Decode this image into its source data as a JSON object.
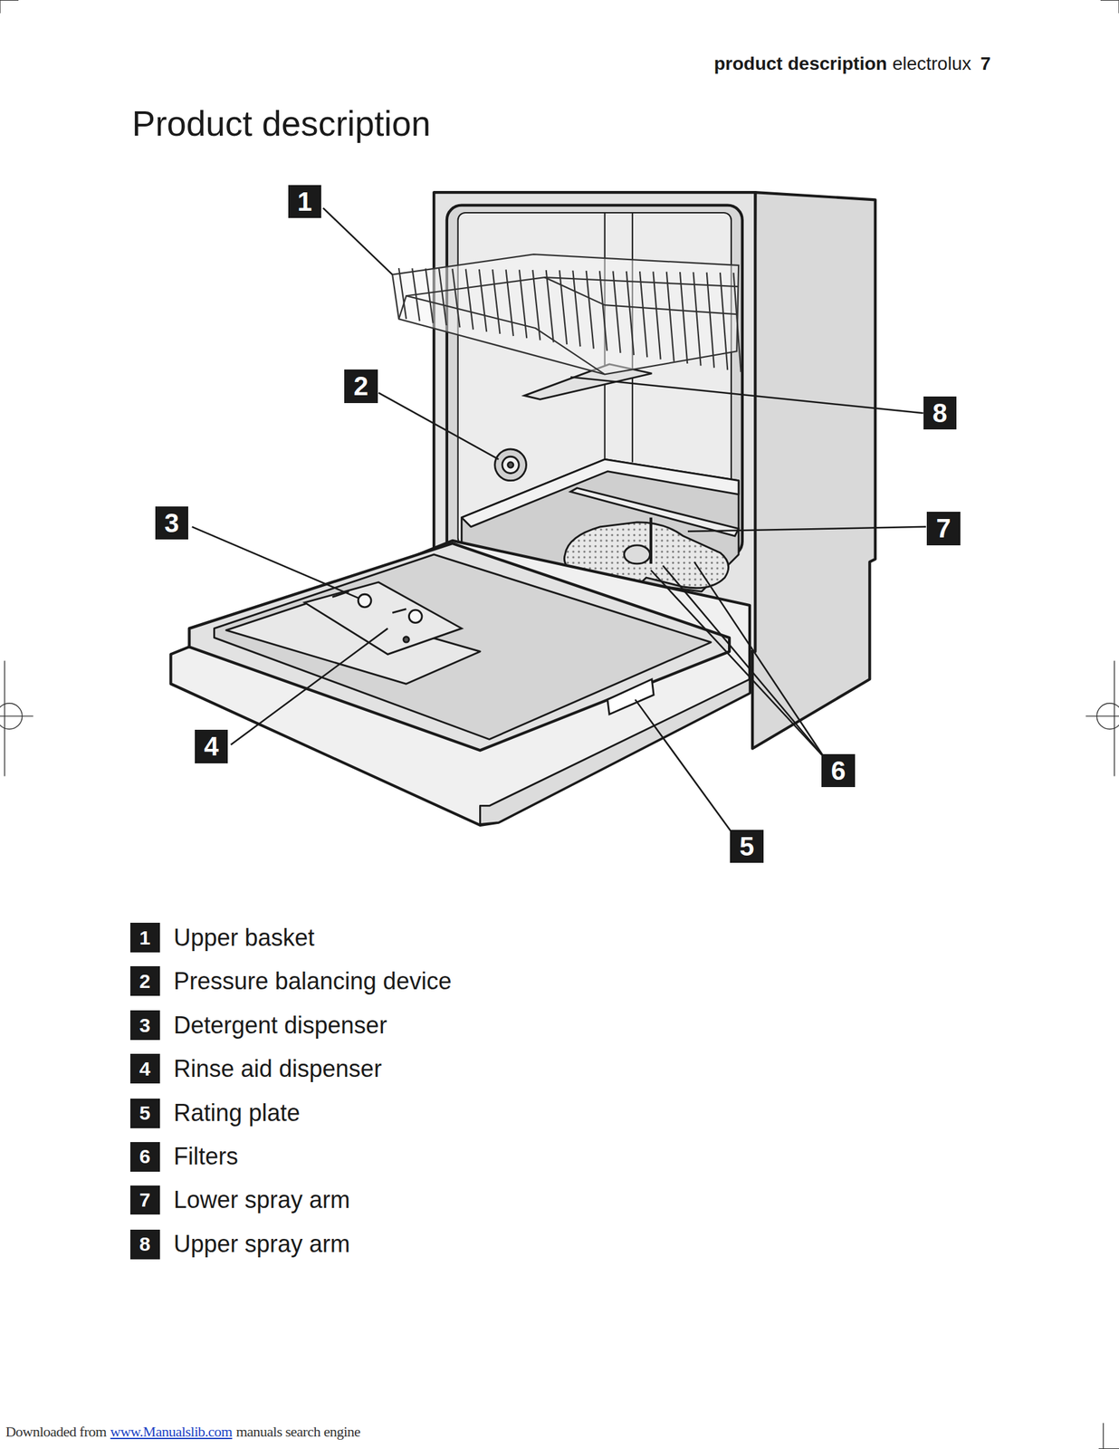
{
  "diagram": {
    "title": "Product description",
    "nodes": [
      {
        "text": [
          "1"
        ]
      },
      {
        "text": [
          "2"
        ]
      },
      {
        "text": [
          "3"
        ]
      },
      {
        "text": [
          "4"
        ]
      },
      {
        "text": [
          "5"
        ]
      },
      {
        "text": [
          "6"
        ]
      },
      {
        "text": [
          "7"
        ]
      },
      {
        "text": [
          "8"
        ]
      },
      {
        "text": [
          "1"
        ]
      },
      {
        "text": [
          "2"
        ]
      },
      {
        "text": [
          "3"
        ]
      },
      {
        "text": [
          "4"
        ]
      },
      {
        "text": [
          "5"
        ]
      },
      {
        "text": [
          "6"
        ]
      },
      {
        "text": [
          "7"
        ]
      },
      {
        "text": [
          "8"
        ]
      }
    ],
    "edges": [],
    "labels": [
      "product description",
      "electrolux",
      "7",
      "Upper basket",
      "Pressure balancing device",
      "Detergent dispenser",
      "Rinse aid dispenser",
      "Rating plate",
      "Filters",
      "Lower spray arm",
      "Upper spray arm",
      "Downloaded from",
      "www.Manualslib.com",
      "manuals search engine"
    ]
  }
}
